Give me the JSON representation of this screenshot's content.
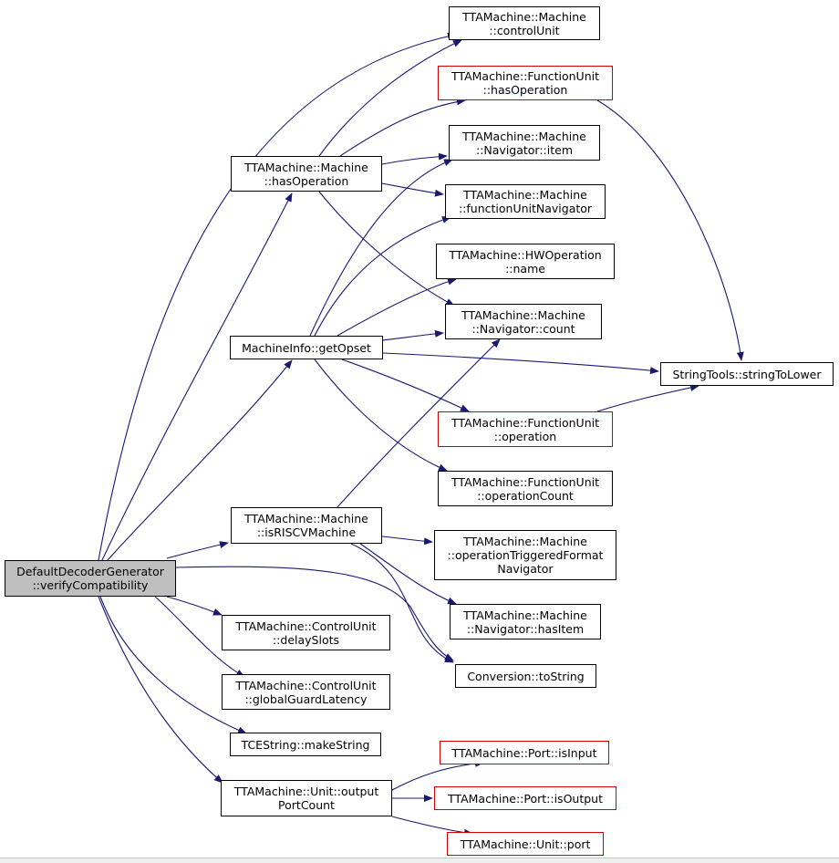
{
  "colors": {
    "edge": "#191970",
    "root_fill": "#bfbfbf",
    "red_border": "#d40000",
    "border": "#000000"
  },
  "nodes": [
    {
      "id": "root",
      "lines": [
        "DefaultDecoderGenerator",
        "::verifyCompatibility"
      ],
      "style": "root"
    },
    {
      "id": "controlUnit",
      "lines": [
        "TTAMachine::Machine",
        "::controlUnit"
      ],
      "style": "normal"
    },
    {
      "id": "fuHasOperation",
      "lines": [
        "TTAMachine::FunctionUnit",
        "::hasOperation"
      ],
      "style": "red"
    },
    {
      "id": "navItem",
      "lines": [
        "TTAMachine::Machine",
        "::Navigator::item"
      ],
      "style": "normal"
    },
    {
      "id": "machineHasOperation",
      "lines": [
        "TTAMachine::Machine",
        "::hasOperation"
      ],
      "style": "normal"
    },
    {
      "id": "fuNavigator",
      "lines": [
        "TTAMachine::Machine",
        "::functionUnitNavigator"
      ],
      "style": "normal"
    },
    {
      "id": "hwName",
      "lines": [
        "TTAMachine::HWOperation",
        "::name"
      ],
      "style": "normal"
    },
    {
      "id": "navCount",
      "lines": [
        "TTAMachine::Machine",
        "::Navigator::count"
      ],
      "style": "normal"
    },
    {
      "id": "getOpset",
      "lines": [
        "MachineInfo::getOpset"
      ],
      "style": "normal"
    },
    {
      "id": "stringToLower",
      "lines": [
        "StringTools::stringToLower"
      ],
      "style": "normal"
    },
    {
      "id": "fuOperation",
      "lines": [
        "TTAMachine::FunctionUnit",
        "::operation"
      ],
      "style": "red"
    },
    {
      "id": "fuOperationCount",
      "lines": [
        "TTAMachine::FunctionUnit",
        "::operationCount"
      ],
      "style": "normal"
    },
    {
      "id": "isRISCV",
      "lines": [
        "TTAMachine::Machine",
        "::isRISCVMachine"
      ],
      "style": "normal"
    },
    {
      "id": "otfNavigator",
      "lines": [
        "TTAMachine::Machine",
        "::operationTriggeredFormat",
        "Navigator"
      ],
      "style": "normal"
    },
    {
      "id": "navHasItem",
      "lines": [
        "TTAMachine::Machine",
        "::Navigator::hasItem"
      ],
      "style": "normal"
    },
    {
      "id": "delaySlots",
      "lines": [
        "TTAMachine::ControlUnit",
        "::delaySlots"
      ],
      "style": "normal"
    },
    {
      "id": "toString",
      "lines": [
        "Conversion::toString"
      ],
      "style": "normal"
    },
    {
      "id": "globalGuardLatency",
      "lines": [
        "TTAMachine::ControlUnit",
        "::globalGuardLatency"
      ],
      "style": "normal"
    },
    {
      "id": "makeString",
      "lines": [
        "TCEString::makeString"
      ],
      "style": "normal"
    },
    {
      "id": "isInput",
      "lines": [
        "TTAMachine::Port::isInput"
      ],
      "style": "red"
    },
    {
      "id": "outputPortCount",
      "lines": [
        "TTAMachine::Unit::output",
        "PortCount"
      ],
      "style": "normal"
    },
    {
      "id": "isOutput",
      "lines": [
        "TTAMachine::Port::isOutput"
      ],
      "style": "red"
    },
    {
      "id": "unitPort",
      "lines": [
        "TTAMachine::Unit::port"
      ],
      "style": "red"
    }
  ],
  "edges": [
    [
      "root",
      "controlUnit"
    ],
    [
      "root",
      "machineHasOperation"
    ],
    [
      "root",
      "getOpset"
    ],
    [
      "root",
      "isRISCV"
    ],
    [
      "root",
      "toString"
    ],
    [
      "root",
      "delaySlots"
    ],
    [
      "root",
      "globalGuardLatency"
    ],
    [
      "root",
      "makeString"
    ],
    [
      "root",
      "outputPortCount"
    ],
    [
      "machineHasOperation",
      "controlUnit"
    ],
    [
      "machineHasOperation",
      "fuHasOperation"
    ],
    [
      "machineHasOperation",
      "navItem"
    ],
    [
      "machineHasOperation",
      "fuNavigator"
    ],
    [
      "machineHasOperation",
      "navCount"
    ],
    [
      "getOpset",
      "navItem"
    ],
    [
      "getOpset",
      "fuNavigator"
    ],
    [
      "getOpset",
      "hwName"
    ],
    [
      "getOpset",
      "navCount"
    ],
    [
      "getOpset",
      "stringToLower"
    ],
    [
      "getOpset",
      "fuOperation"
    ],
    [
      "getOpset",
      "fuOperationCount"
    ],
    [
      "fuHasOperation",
      "stringToLower"
    ],
    [
      "fuOperation",
      "stringToLower"
    ],
    [
      "isRISCV",
      "navCount"
    ],
    [
      "isRISCV",
      "otfNavigator"
    ],
    [
      "isRISCV",
      "navHasItem"
    ],
    [
      "isRISCV",
      "toString"
    ],
    [
      "outputPortCount",
      "isInput"
    ],
    [
      "outputPortCount",
      "isOutput"
    ],
    [
      "outputPortCount",
      "unitPort"
    ]
  ]
}
